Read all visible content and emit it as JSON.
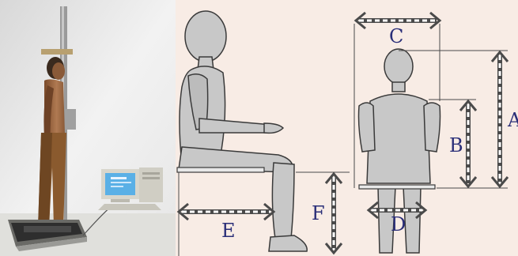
{
  "colors": {
    "photo_background": "#ececec",
    "diagram_background": "#f8ece5",
    "silhouette_fill": "#c8c8c8",
    "silhouette_stroke": "#3a3a3a",
    "arrow_color": "#4a4a4a",
    "label_color": "#2a2e78",
    "monitor_screen": "#5ab0e6"
  },
  "labels": {
    "A": "A",
    "B": "B",
    "C": "C",
    "D": "D",
    "E": "E",
    "F": "F"
  }
}
